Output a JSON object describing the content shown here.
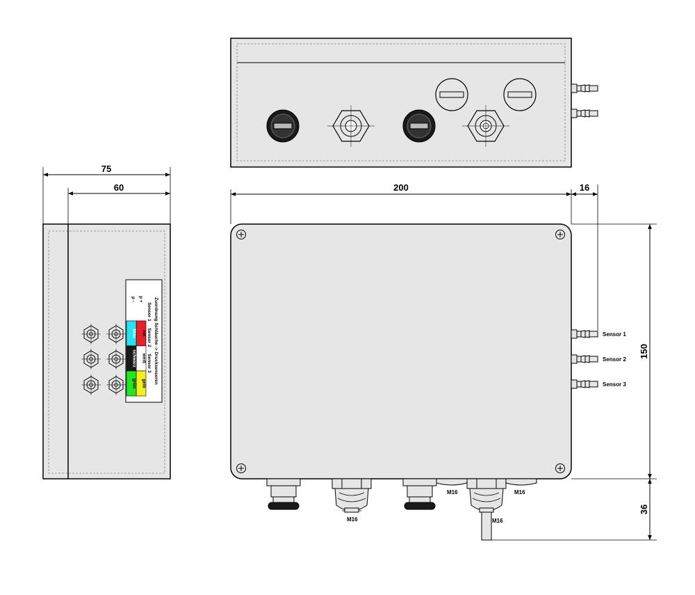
{
  "dimensions": {
    "side_depth_total": "75",
    "side_depth_inner": "60",
    "front_width": "200",
    "fitting_protrusion": "16",
    "front_height": "150",
    "gland_height": "36"
  },
  "sensors": [
    "Sensor 1",
    "Sensor 2",
    "Sensor 3"
  ],
  "gland_labels": {
    "bottom_left": "M16",
    "bottom_right": "M16",
    "top_left": "M16",
    "top_right": "M16"
  },
  "label_plate": {
    "title": "Zuordnung Schläuche -> Drucksensoren",
    "column_headers": [
      "Sensor 1",
      "Sensor 2",
      "Sensor 3"
    ],
    "row_labels": [
      "p +",
      "p -"
    ],
    "cells": [
      {
        "text": "rot",
        "color": "#e8202a",
        "text_color": "#000000"
      },
      {
        "text": "weiß",
        "color": "#ffffff",
        "text_color": "#000000"
      },
      {
        "text": "gelb",
        "color": "#f4ef1f",
        "text_color": "#000000"
      },
      {
        "text": "blau",
        "color": "#27e3f0",
        "text_color": "#ffffff"
      },
      {
        "text": "schwarz",
        "color": "#1a1a1a",
        "text_color": "#ffffff"
      },
      {
        "text": "grün",
        "color": "#22e622",
        "text_color": "#000000"
      }
    ]
  }
}
